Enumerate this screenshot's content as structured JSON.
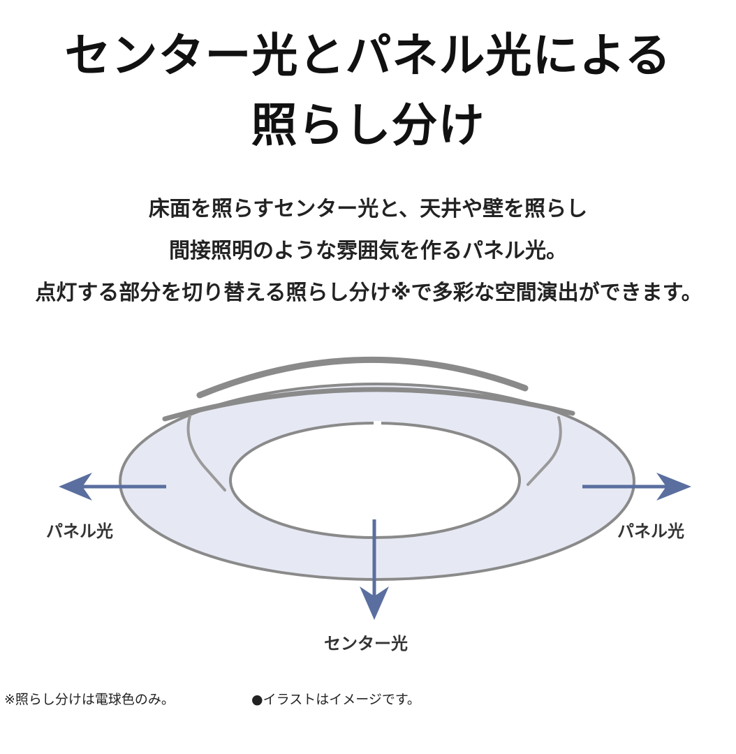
{
  "title": {
    "line1": "センター光とパネル光による",
    "line2": "照らし分け"
  },
  "description": {
    "line1": "床面を照らすセンター光と、天井や壁を照らし",
    "line2": "間接照明のような雰囲気を作るパネル光。",
    "line3": "点灯する部分を切り替える照らし分け※で多彩な空間演出ができます。"
  },
  "diagram": {
    "label_left": "パネル光",
    "label_right": "パネル光",
    "label_center": "センター光",
    "colors": {
      "panel_fill": "#e6e9f4",
      "outline": "#8a8a8a",
      "arrow": "#5a6f9f"
    }
  },
  "footnotes": {
    "note1": "※照らし分けは電球色のみ。",
    "note2": "●イラストはイメージです。"
  }
}
